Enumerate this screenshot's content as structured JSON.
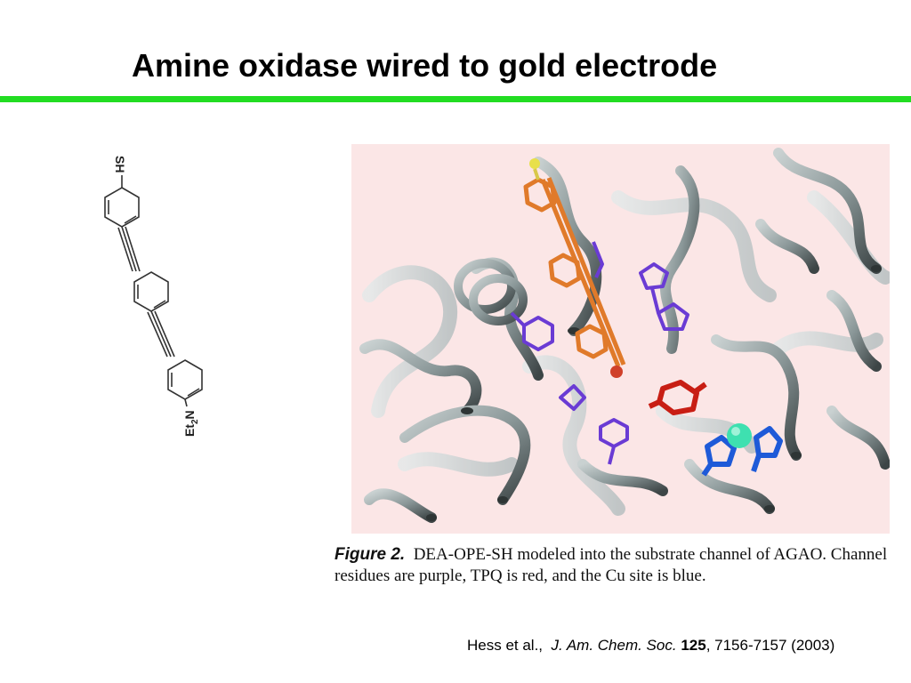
{
  "slide": {
    "title": "Amine oxidase wired to gold electrode",
    "accent_color": "#22dd22"
  },
  "structure": {
    "top_label": "SH",
    "bottom_label_main": "Et",
    "bottom_label_sub": "2",
    "bottom_label_end": "N"
  },
  "figure": {
    "channel_residue_color": "#6a3bd4",
    "tpq_color": "#c81e14",
    "cu_site_color": "#1e5ad8",
    "cu_atom_color": "#3ee0b0",
    "inhibitor_color": "#e07a2a",
    "ribbon_color": "#8a9798"
  },
  "caption": {
    "label": "Figure 2.",
    "text": "DEA-OPE-SH modeled into the substrate channel of AGAO. Channel residues are purple, TPQ is red, and the Cu site is blue."
  },
  "citation": {
    "authors": "Hess et al.,",
    "journal": "J. Am. Chem. Soc.",
    "volume": "125",
    "pages": ", 7156-7157 (2003)"
  }
}
